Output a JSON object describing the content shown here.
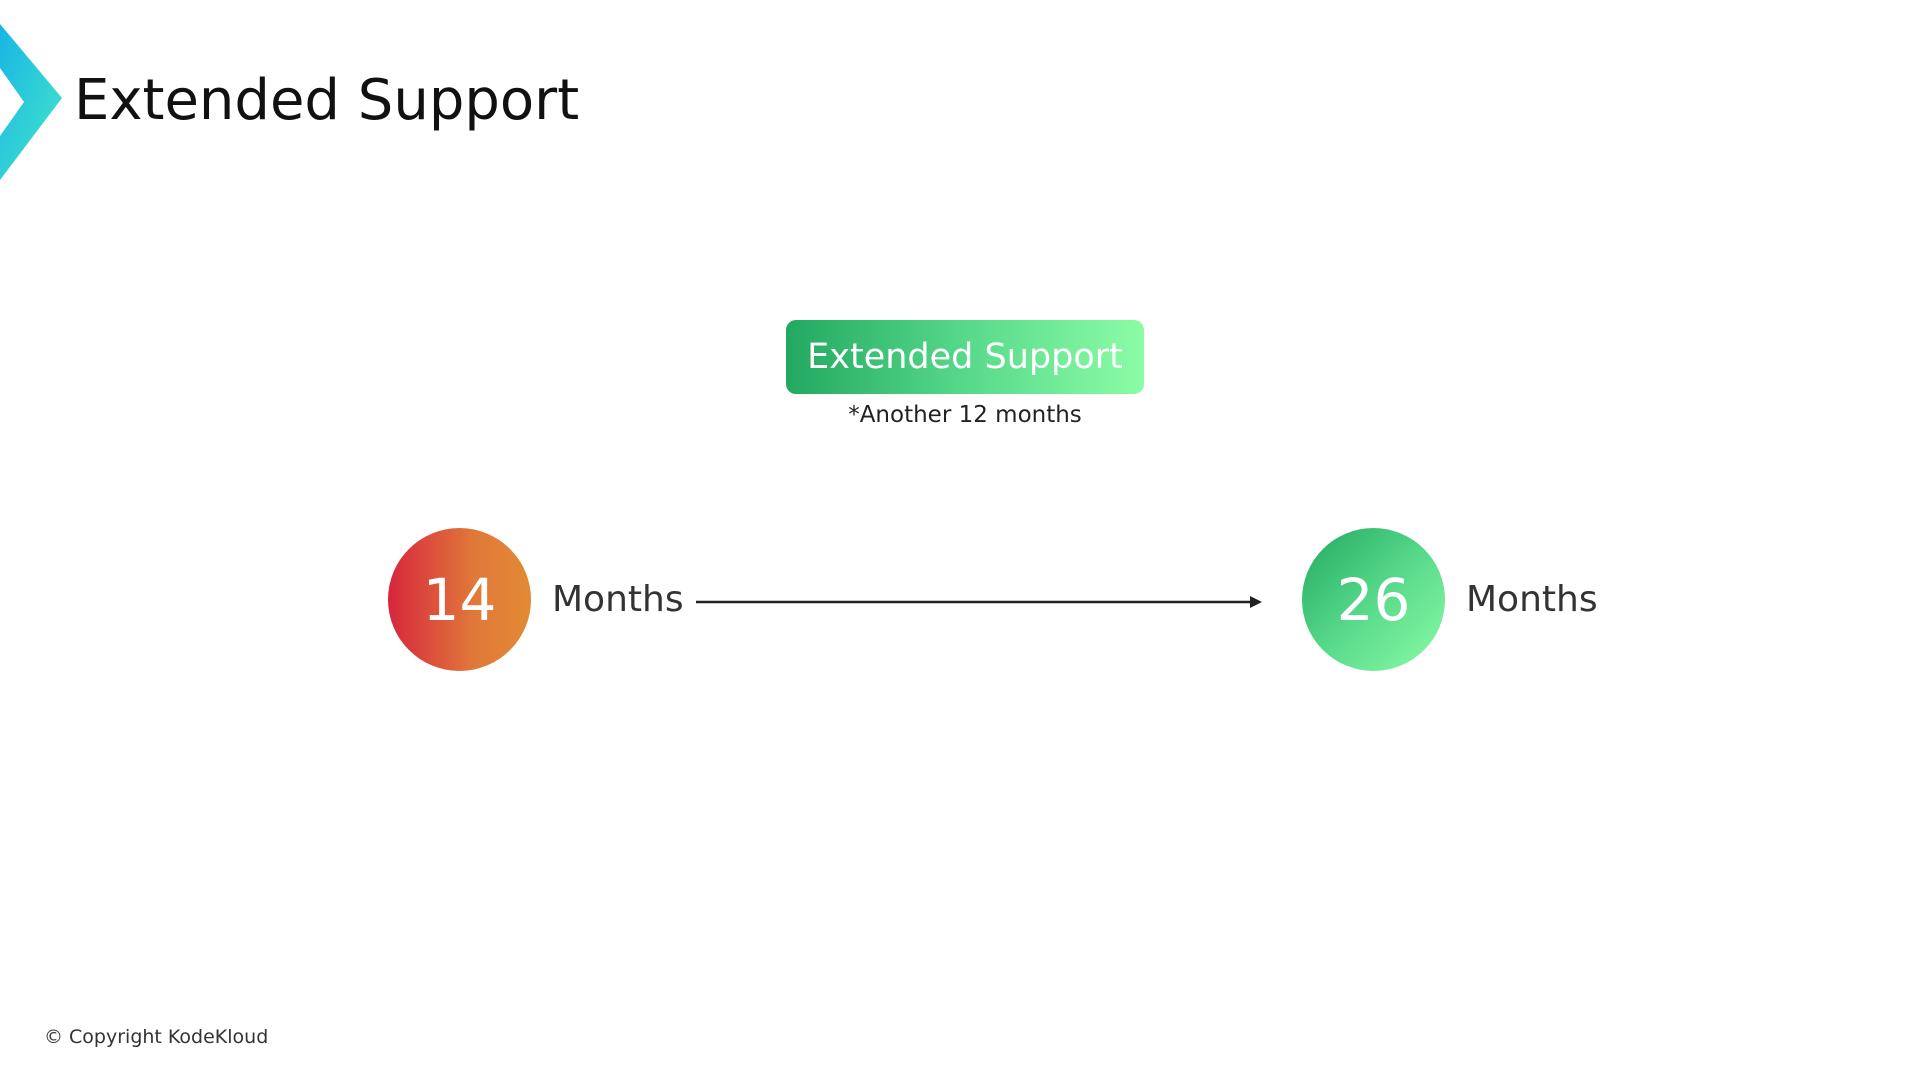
{
  "header": {
    "title": "Extended Support",
    "chevron_colors": [
      "#1ab4e6",
      "#43e8c8"
    ]
  },
  "badge": {
    "label": "Extended Support",
    "note": "*Another 12 months",
    "color": "#4fd585"
  },
  "timeline": {
    "start": {
      "value": "14",
      "unit": "Months",
      "color": "#dc5a3a"
    },
    "end": {
      "value": "26",
      "unit": "Months",
      "color": "#4fd585"
    },
    "arrow_color": "#222222"
  },
  "footer": {
    "copyright": "© Copyright KodeKloud"
  }
}
